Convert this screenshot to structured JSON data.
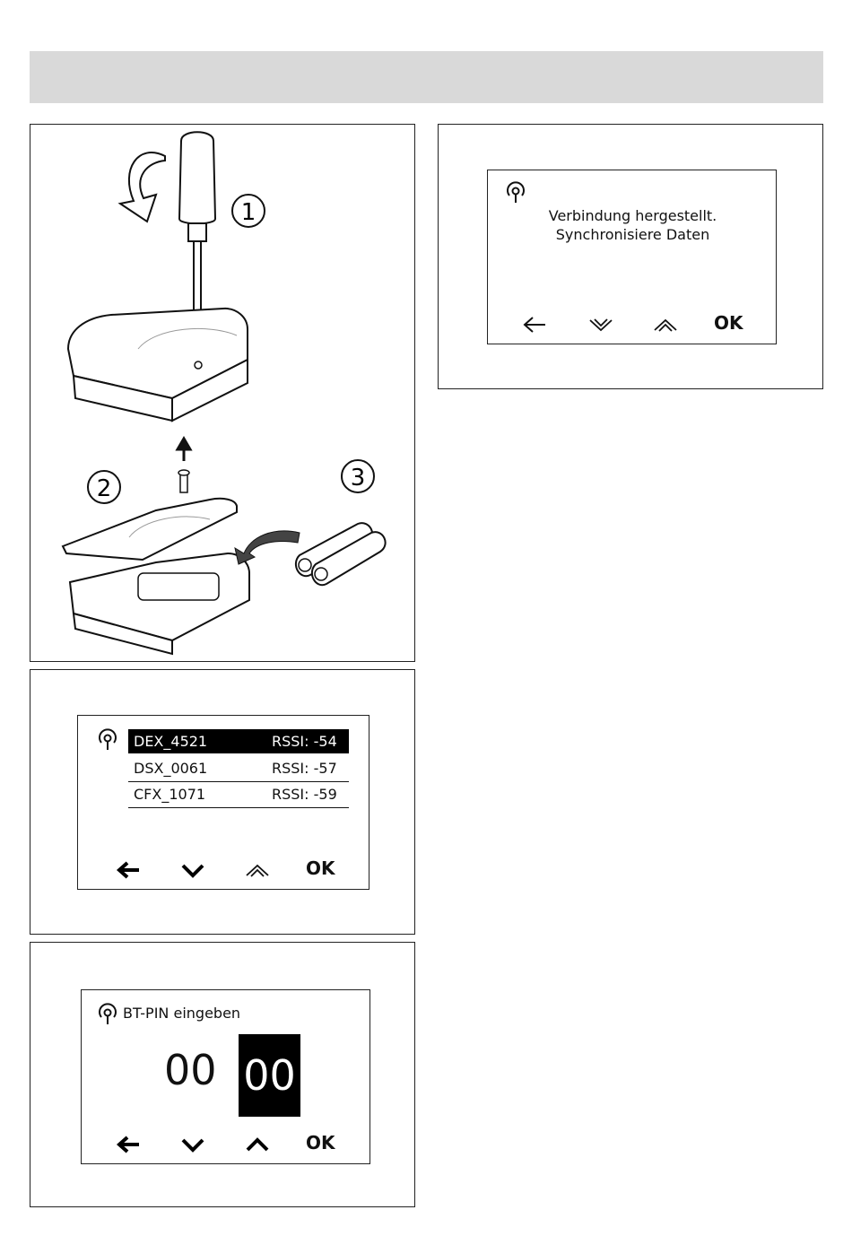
{
  "header": {
    "title": ""
  },
  "panel_install": {
    "step_labels": [
      "1",
      "2",
      "3"
    ]
  },
  "panel_connected": {
    "message_line1": "Verbindung hergestellt.",
    "message_line2": "Synchronisiere Daten",
    "nav": {
      "back_icon": "arrow-left-outline-icon",
      "down_icon": "chevron-down-outline-icon",
      "up_icon": "chevron-up-outline-icon",
      "ok_label": "OK"
    }
  },
  "panel_device_list": {
    "devices": [
      {
        "name": "DEX_4521",
        "rssi": "RSSI: -54",
        "selected": true
      },
      {
        "name": "DSX_0061",
        "rssi": "RSSI: -57",
        "selected": false
      },
      {
        "name": "CFX_1071",
        "rssi": "RSSI: -59",
        "selected": false
      }
    ],
    "nav": {
      "back_icon": "arrow-left-solid-icon",
      "down_icon": "chevron-down-solid-icon",
      "up_icon": "chevron-up-outline-icon",
      "ok_label": "OK"
    }
  },
  "panel_pin": {
    "title": "BT-PIN eingeben",
    "digits_left": "00",
    "digits_selected": "00",
    "nav": {
      "back_icon": "arrow-left-solid-icon",
      "down_icon": "chevron-down-solid-icon",
      "up_icon": "chevron-up-solid-icon",
      "ok_label": "OK"
    }
  }
}
